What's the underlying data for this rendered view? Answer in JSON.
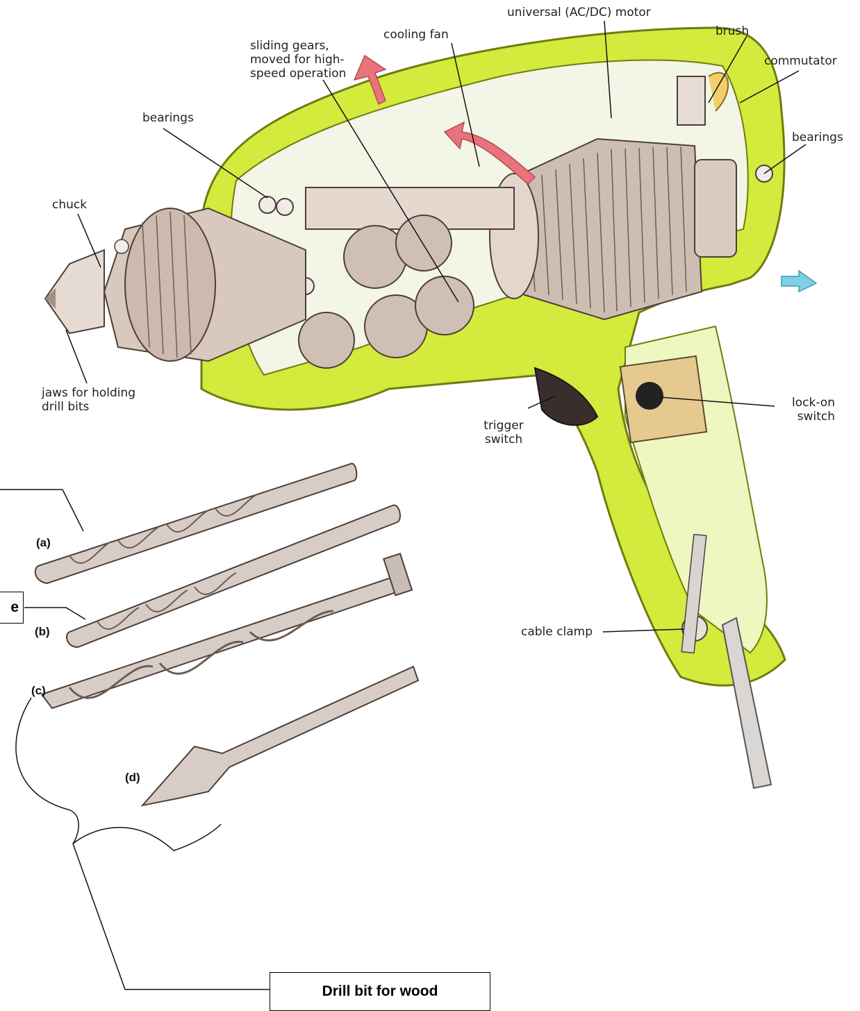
{
  "labels": {
    "motor": "universal (AC/DC) motor",
    "brush": "brush",
    "commutator": "commutator",
    "cooling_fan": "cooling fan",
    "sliding_gears": "sliding gears,\nmoved for high-\nspeed operation",
    "bearings_left": "bearings",
    "bearings_right": "bearings",
    "chuck": "chuck",
    "jaws": "jaws for holding\ndrill bits",
    "trigger_switch": "trigger\nswitch",
    "lock_on_switch": "lock-on\nswitch",
    "cable_clamp": "cable clamp"
  },
  "bits": {
    "a": "(a)",
    "b": "(b)",
    "c": "(c)",
    "d": "(d)"
  },
  "boxes": {
    "partial_box_text": "e",
    "wood_bit": "Drill bit for wood"
  },
  "colors": {
    "body": "#d4ea3c",
    "body_dark": "#a9c21c",
    "metal": "#d8c8bd",
    "metal_dark": "#8f7c70",
    "airflow_out": "#e8737a",
    "airflow_in": "#7fd0e6",
    "trigger": "#3a2e2c"
  }
}
